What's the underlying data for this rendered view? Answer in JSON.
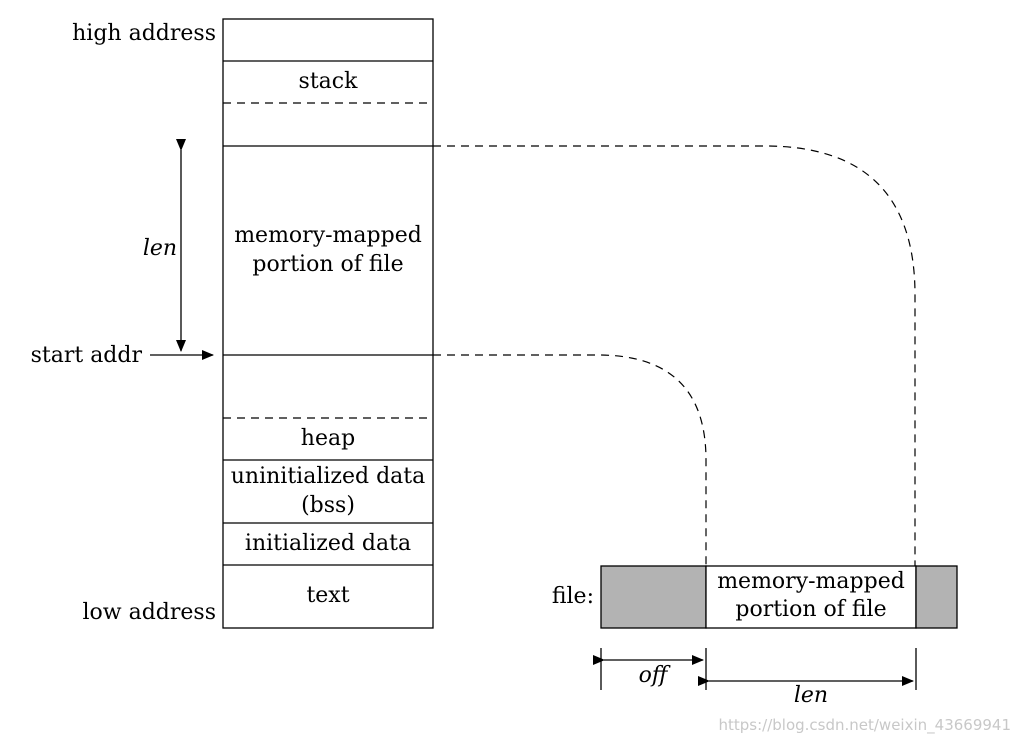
{
  "memory_layout": {
    "high_address": "high address",
    "low_address": "low address",
    "start_addr": "start addr",
    "len": "len",
    "segments": {
      "stack": "stack",
      "mmap_line1": "memory-mapped",
      "mmap_line2": "portion of file",
      "heap": "heap",
      "bss_line1": "uninitialized data",
      "bss_line2": "(bss)",
      "init_data": "initialized data",
      "text": "text"
    }
  },
  "file": {
    "label": "file:",
    "mmap_line1": "memory-mapped",
    "mmap_line2": "portion of file",
    "off": "off",
    "len": "len"
  },
  "watermark": "https://blog.csdn.net/weixin_43669941",
  "colors": {
    "line": "#000000",
    "file_gray": "#b3b3b3",
    "watermark": "#c8c8c8"
  }
}
